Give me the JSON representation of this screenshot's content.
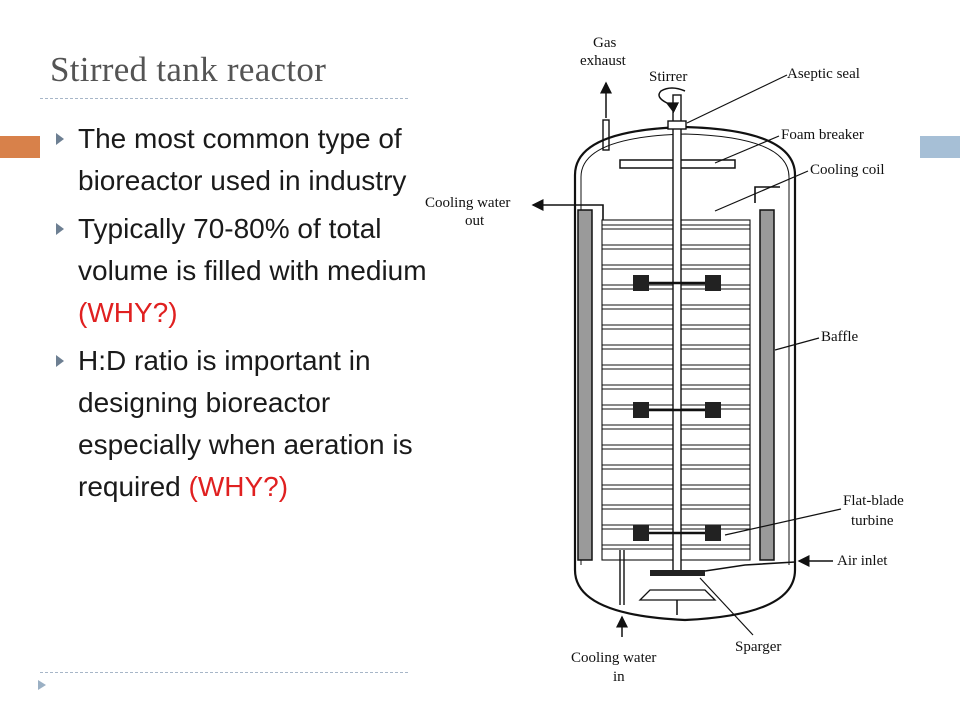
{
  "slide": {
    "title": "Stirred tank reactor",
    "bullets": [
      {
        "text": "The most common type of bioreactor used in industry",
        "highlight": ""
      },
      {
        "text": "Typically 70-80% of total volume is filled with medium ",
        "highlight": "(WHY?)"
      },
      {
        "text": "H:D ratio is important in designing bioreactor especially when aeration is required ",
        "highlight": "(WHY?)"
      }
    ],
    "accent_colors": {
      "left": "#d8814a",
      "right": "#a6bfd6",
      "highlight": "#e02020"
    }
  },
  "diagram": {
    "labels": {
      "gas_exhaust_line1": "Gas",
      "gas_exhaust_line2": "exhaust",
      "stirrer": "Stirrer",
      "aseptic_seal": "Aseptic seal",
      "foam_breaker": "Foam breaker",
      "cooling_coil": "Cooling coil",
      "cooling_water_out_line1": "Cooling water",
      "cooling_water_out_line2": "out",
      "baffle": "Baffle",
      "flat_blade_turbine_line1": "Flat-blade",
      "flat_blade_turbine_line2": "turbine",
      "air_inlet": "Air inlet",
      "sparger": "Sparger",
      "cooling_water_in_line1": "Cooling water",
      "cooling_water_in_line2": "in"
    }
  }
}
